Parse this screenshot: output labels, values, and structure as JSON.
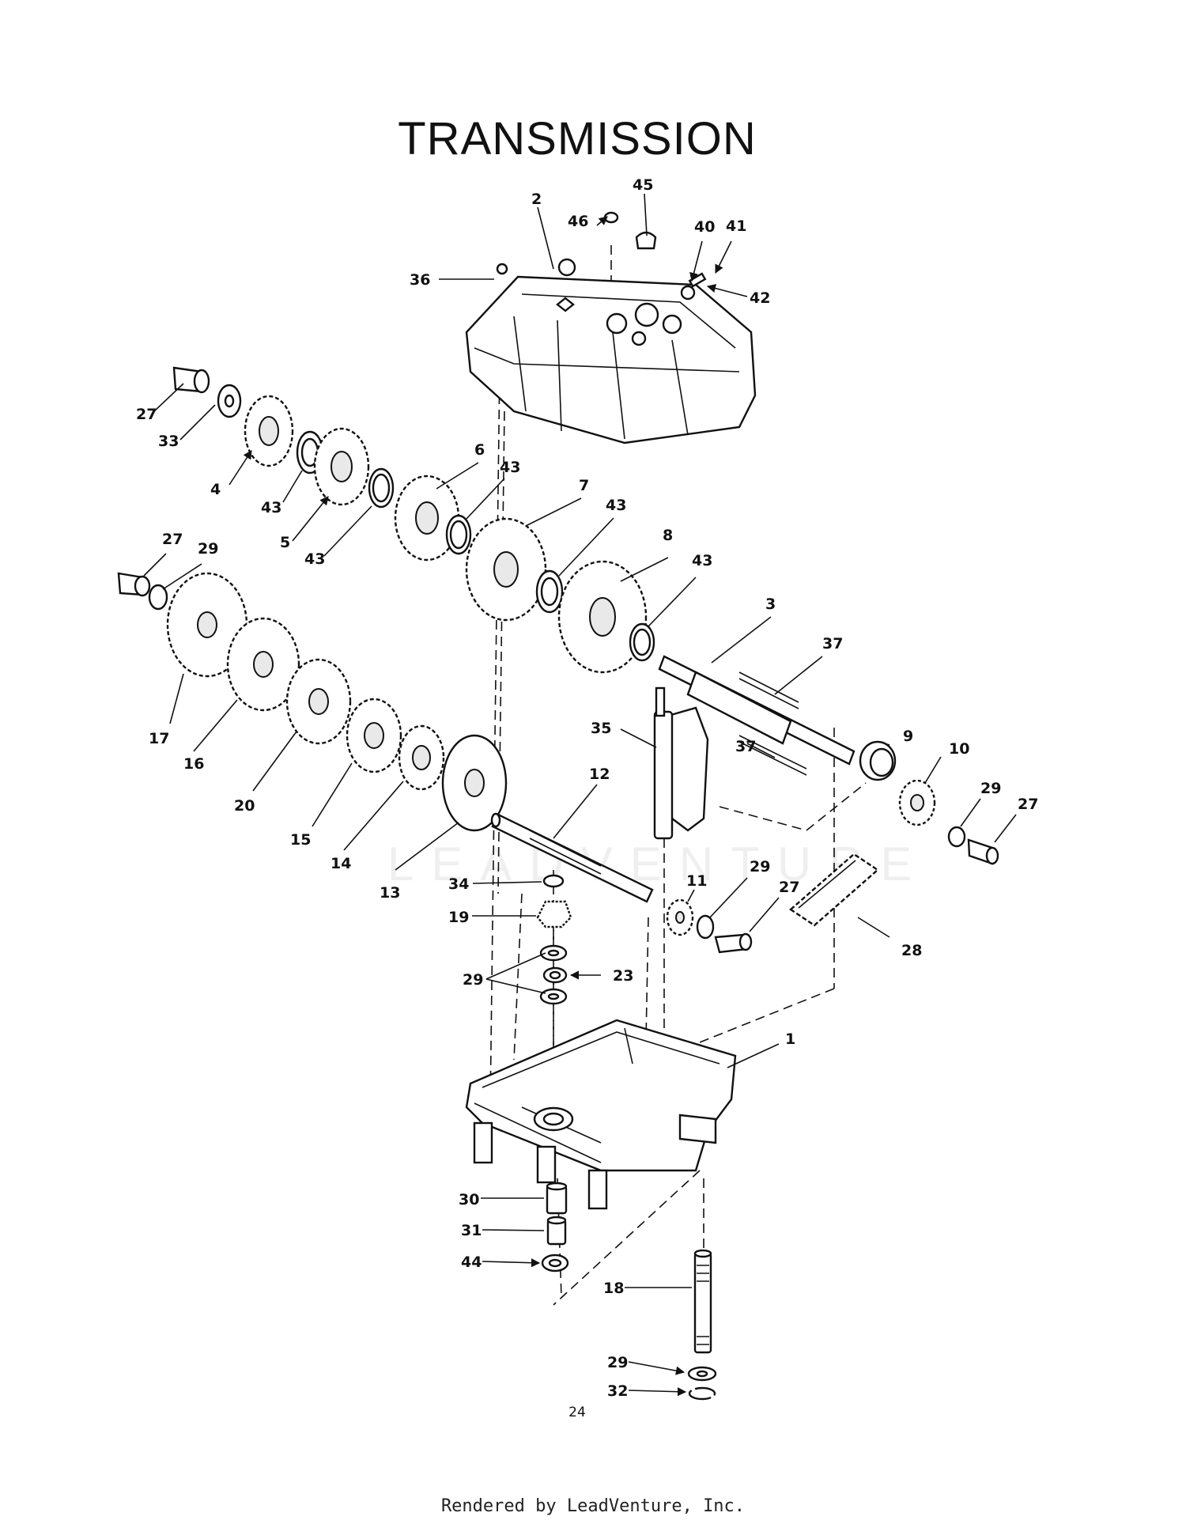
{
  "title": "TRANSMISSION",
  "page_number": "24",
  "footer": "Rendered by LeadVenture, Inc.",
  "watermark": "LEADVENTURE",
  "callouts": [
    {
      "id": "c2",
      "text": "2"
    },
    {
      "id": "c45",
      "text": "45"
    },
    {
      "id": "c46",
      "text": "46"
    },
    {
      "id": "c40",
      "text": "40"
    },
    {
      "id": "c41",
      "text": "41"
    },
    {
      "id": "c42",
      "text": "42"
    },
    {
      "id": "c36",
      "text": "36"
    },
    {
      "id": "c27a",
      "text": "27"
    },
    {
      "id": "c33",
      "text": "33"
    },
    {
      "id": "c4",
      "text": "4"
    },
    {
      "id": "c43a",
      "text": "43"
    },
    {
      "id": "c5",
      "text": "5"
    },
    {
      "id": "c43b",
      "text": "43"
    },
    {
      "id": "c6",
      "text": "6"
    },
    {
      "id": "c43c",
      "text": "43"
    },
    {
      "id": "c7",
      "text": "7"
    },
    {
      "id": "c43d",
      "text": "43"
    },
    {
      "id": "c8",
      "text": "8"
    },
    {
      "id": "c43e",
      "text": "43"
    },
    {
      "id": "c27b",
      "text": "27"
    },
    {
      "id": "c29a",
      "text": "29"
    },
    {
      "id": "c3",
      "text": "3"
    },
    {
      "id": "c37a",
      "text": "37"
    },
    {
      "id": "c37b",
      "text": "37"
    },
    {
      "id": "c17",
      "text": "17"
    },
    {
      "id": "c16",
      "text": "16"
    },
    {
      "id": "c20",
      "text": "20"
    },
    {
      "id": "c15",
      "text": "15"
    },
    {
      "id": "c14",
      "text": "14"
    },
    {
      "id": "c13",
      "text": "13"
    },
    {
      "id": "c35",
      "text": "35"
    },
    {
      "id": "c12",
      "text": "12"
    },
    {
      "id": "c9",
      "text": "9"
    },
    {
      "id": "c10",
      "text": "10"
    },
    {
      "id": "c29b",
      "text": "29"
    },
    {
      "id": "c27c",
      "text": "27"
    },
    {
      "id": "c11",
      "text": "11"
    },
    {
      "id": "c29c",
      "text": "29"
    },
    {
      "id": "c27d",
      "text": "27"
    },
    {
      "id": "c28",
      "text": "28"
    },
    {
      "id": "c34",
      "text": "34"
    },
    {
      "id": "c19",
      "text": "19"
    },
    {
      "id": "c29d",
      "text": "29"
    },
    {
      "id": "c23",
      "text": "23"
    },
    {
      "id": "c1",
      "text": "1"
    },
    {
      "id": "c30",
      "text": "30"
    },
    {
      "id": "c31",
      "text": "31"
    },
    {
      "id": "c44",
      "text": "44"
    },
    {
      "id": "c18",
      "text": "18"
    },
    {
      "id": "c29e",
      "text": "29"
    },
    {
      "id": "c32",
      "text": "32"
    }
  ]
}
